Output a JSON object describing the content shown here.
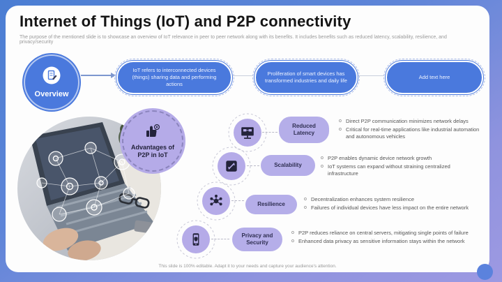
{
  "slide": {
    "title": "Internet of Things (IoT) and P2P connectivity",
    "subtitle": "The purpose of the mentioned slide is to showcase an overview of IoT relevance in peer to peer network along with its benefits. It includes benefits such as reduced latency, scalability, resilience, and privacy/security",
    "footer": "This slide is 100% editable. Adapt it to your needs and capture your audience's attention."
  },
  "overview": {
    "label": "Overview",
    "icon": "document-pencil-icon",
    "pills": [
      "IoT refers to interconnected devices (things) sharing data and performing actions",
      "Proliferation of smart devices has transformed industries and daily life",
      "Add text here"
    ]
  },
  "advantages": {
    "label": "Advantages of P2P in IoT",
    "icon": "thumbs-up-icon",
    "items": [
      {
        "icon": "monitor-network-icon",
        "label": "Reduced Latency",
        "bullets": [
          "Direct P2P communication minimizes network delays",
          "Critical for real-time applications like industrial automation and autonomous vehicles"
        ]
      },
      {
        "icon": "expand-arrow-icon",
        "label": "Scalability",
        "bullets": [
          "P2P enables dynamic device network growth",
          "IoT systems can expand without straining centralized infrastructure"
        ]
      },
      {
        "icon": "network-hub-icon",
        "label": "Resilience",
        "bullets": [
          "Decentralization enhances system resilience",
          "Failures of individual devices have less impact on the entire network"
        ]
      },
      {
        "icon": "phone-shield-icon",
        "label": "Privacy and Security",
        "bullets": [
          "P2P reduces reliance on central servers, mitigating single points of failure",
          "Enhanced data privacy as sensitive information stays within the network"
        ]
      }
    ]
  },
  "colors": {
    "accent_blue": "#4a79dd",
    "lavender": "#b5aee9",
    "dark_navy": "#23233b",
    "background_gradient_start": "#4b7ed3",
    "background_gradient_end": "#9d99e2"
  }
}
